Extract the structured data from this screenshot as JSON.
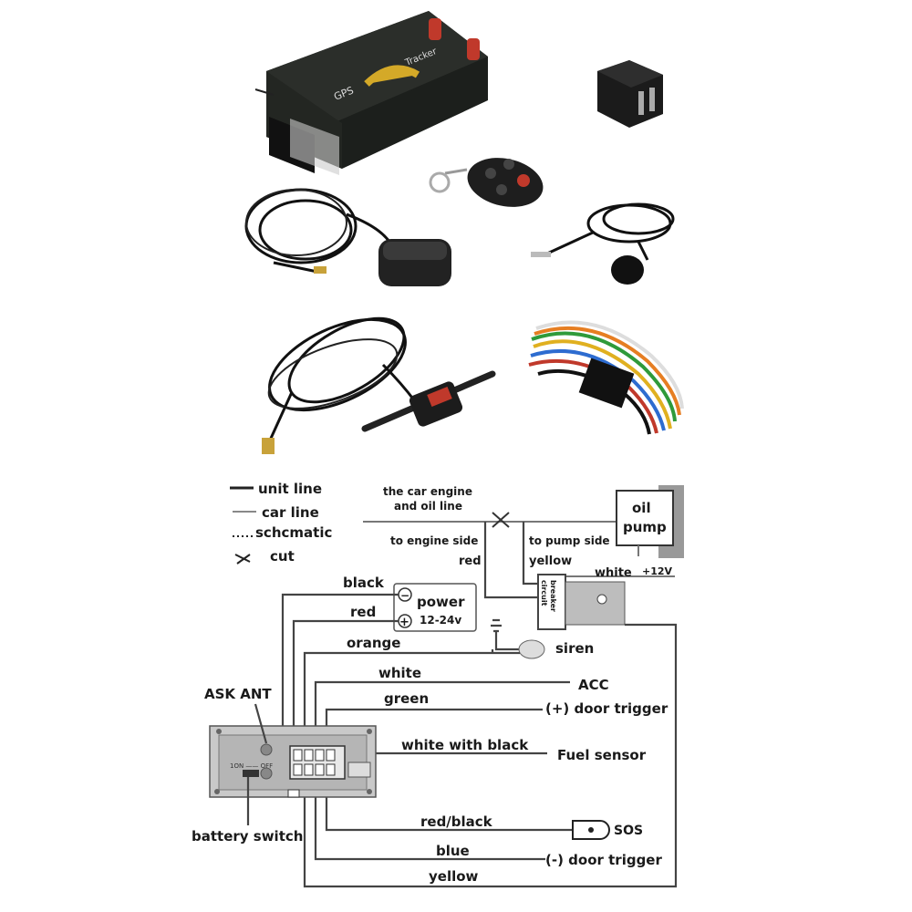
{
  "device": {
    "brand_left": "GPS",
    "brand_right": "Tracker"
  },
  "legend": {
    "unit_line": "unit line",
    "car_line": "car line",
    "schematic": "schcmatic",
    "cut": "cut"
  },
  "engine": {
    "oil_line_1": "the car engine",
    "oil_line_2": "and oil line",
    "engine_side": "to engine side",
    "pump_side": "to pump side",
    "red": "red",
    "yellow": "yellow",
    "oil_pump_1": "oil",
    "oil_pump_2": "pump",
    "white": "white",
    "plus12": "+12V",
    "breaker_1": "circuit",
    "breaker_2": "breaker"
  },
  "power": {
    "black": "black",
    "red": "red",
    "label": "power",
    "voltage": "12-24v",
    "minus": "−",
    "plus": "+"
  },
  "wires": {
    "orange": "orange",
    "siren": "siren",
    "white": "white",
    "acc": "ACC",
    "green": "green",
    "door_plus": "(+) door trigger",
    "white_black": "white with black",
    "fuel": "Fuel sensor",
    "red_black": "red/black",
    "sos": "SOS",
    "blue": "blue",
    "door_minus": "(-) door trigger",
    "yellow": "yellow"
  },
  "unit": {
    "ask_ant": "ASK ANT",
    "switch_label": "1ON —— OFF",
    "battery_switch": "battery switch"
  }
}
